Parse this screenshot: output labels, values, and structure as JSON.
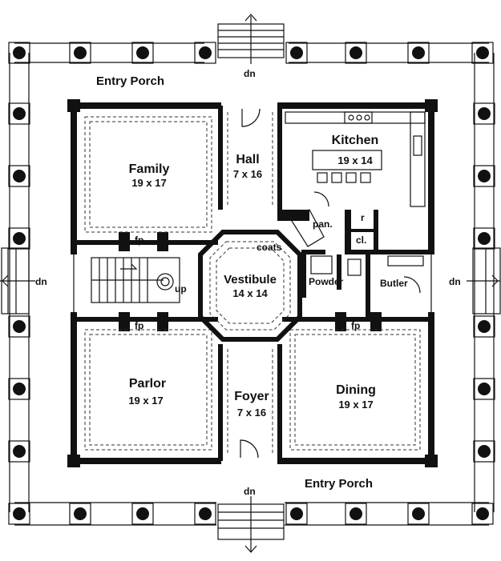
{
  "porch": {
    "north": "Entry Porch",
    "south": "Entry Porch"
  },
  "stairs": {
    "down": "dn",
    "up": "up"
  },
  "rooms": {
    "family": {
      "name": "Family",
      "size": "19 x 17"
    },
    "hall": {
      "name": "Hall",
      "size": "7 x 16"
    },
    "kitchen": {
      "name": "Kitchen",
      "size": "19 x 14"
    },
    "pantry": {
      "name": "pan."
    },
    "refrigerator": {
      "name": "r"
    },
    "closet": {
      "name": "cl."
    },
    "coats": {
      "name": "coats"
    },
    "vestibule": {
      "name": "Vestibule",
      "size": "14 x 14"
    },
    "powder": {
      "name": "Powder"
    },
    "butler": {
      "name": "Butler"
    },
    "parlor": {
      "name": "Parlor",
      "size": "19 x 17"
    },
    "foyer": {
      "name": "Foyer",
      "size": "7 x 16"
    },
    "dining": {
      "name": "Dining",
      "size": "19 x 17"
    }
  },
  "fireplace": "fp"
}
